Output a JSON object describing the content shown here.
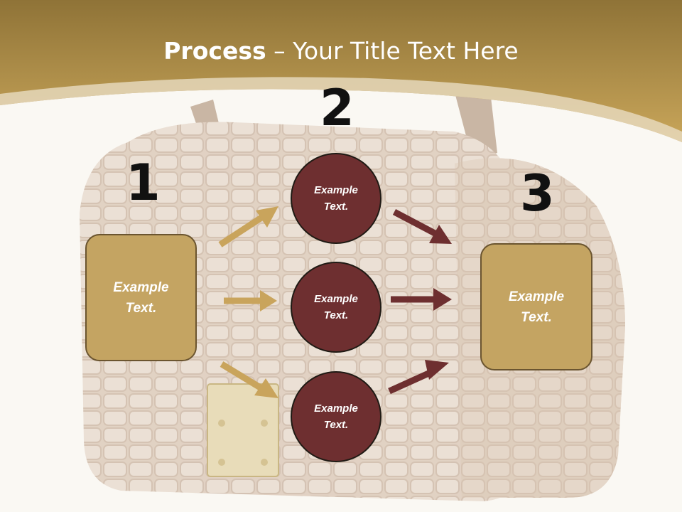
{
  "title": {
    "bold": "Process",
    "rest": " – Your Title Text Here"
  },
  "steps": {
    "one": "1",
    "two": "2",
    "three": "3"
  },
  "left_box": {
    "line1": "Example",
    "line2": "Text."
  },
  "right_box": {
    "line1": "Example",
    "line2": "Text."
  },
  "circles": [
    {
      "line1": "Example",
      "line2": "Text."
    },
    {
      "line1": "Example",
      "line2": "Text."
    },
    {
      "line1": "Example",
      "line2": "Text."
    }
  ],
  "colors": {
    "header": "#b8944a",
    "box": "#c4a462",
    "circle": "#6e2f30",
    "arrow_left": "#c9a45c",
    "arrow_right": "#6e2f30"
  },
  "icons": {
    "background": "crocodile-handbag-image"
  }
}
